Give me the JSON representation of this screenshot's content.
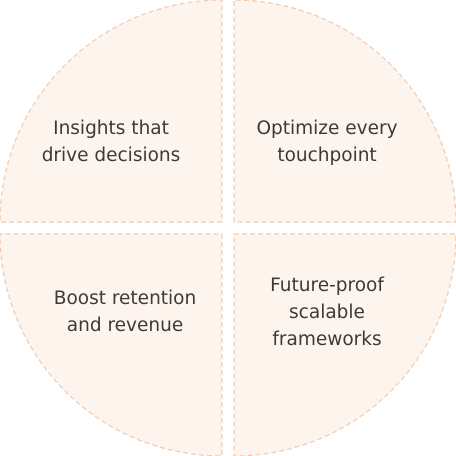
{
  "colors": {
    "fill": "#fdf4ee",
    "stroke": "#f2c9ad",
    "text": "#3a3a3a"
  },
  "quadrants": [
    {
      "position": "top-left",
      "label": "Insights that\ndrive decisions"
    },
    {
      "position": "top-right",
      "label": "Optimize every\ntouchpoint"
    },
    {
      "position": "bottom-left",
      "label": "Boost retention\nand revenue"
    },
    {
      "position": "bottom-right",
      "label": "Future-proof\nscalable\nframeworks"
    }
  ]
}
